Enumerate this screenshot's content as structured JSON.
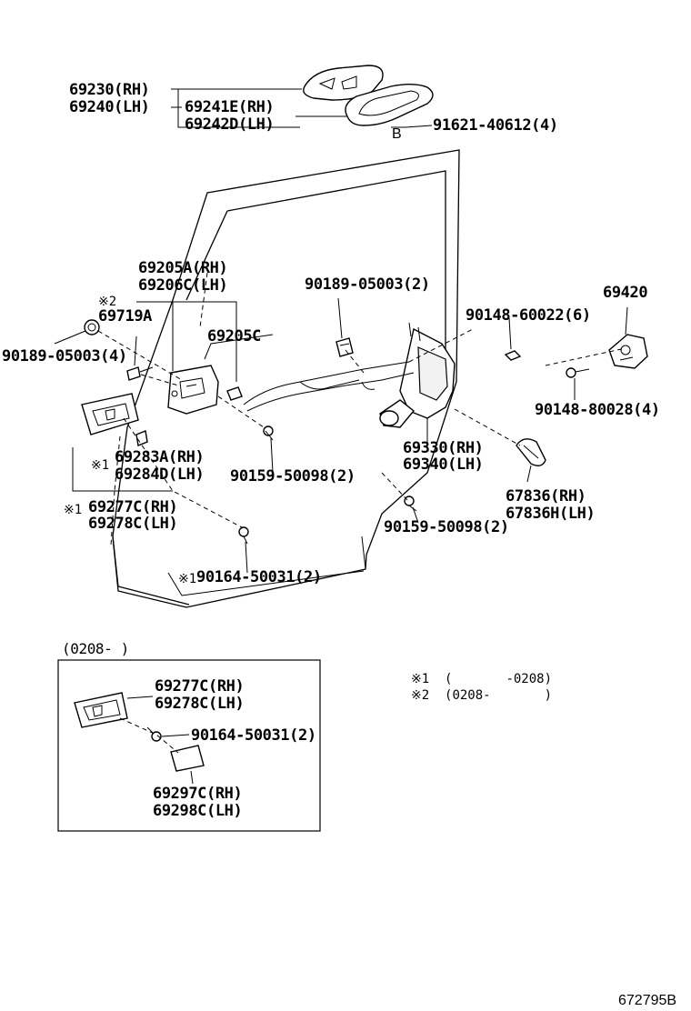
{
  "labels": {
    "p69230": "69230(RH)",
    "p69240": "69240(LH)",
    "p69241E": "69241E(RH)",
    "p69242D": "69242D(LH)",
    "p91621": "91621-40612(4)",
    "markerB": "B",
    "p69205A": "69205A(RH)",
    "p69206C": "69206C(LH)",
    "p90189top": "90189-05003(2)",
    "p69420": "69420",
    "note2mark": "※2",
    "p69719A": "69719A",
    "p69205C": "69205C",
    "p90148_6": "90148-60022(6)",
    "p90189left": "90189-05003(4)",
    "p90148_8": "90148-80028(4)",
    "p69330": "69330(RH)",
    "p69340": "69340(LH)",
    "p69283A": "69283A(RH)",
    "note1mark_a": "※1",
    "p69284D": "69284D(LH)",
    "p90159a": "90159-50098(2)",
    "note1mark_b": "※1",
    "p69277C": "69277C(RH)",
    "p69278C": "69278C(LH)",
    "p67836": "67836(RH)",
    "p67836H": "67836H(LH)",
    "p90159b": "90159-50098(2)",
    "note1mark_c": "※1",
    "p90164": "90164-50031(2)"
  },
  "inset": {
    "period": "(0208-   )",
    "p69277C": "69277C(RH)",
    "p69278C": "69278C(LH)",
    "p90164": "90164-50031(2)",
    "p69297C": "69297C(RH)",
    "p69298C": "69298C(LH)"
  },
  "notes": {
    "n1": "※1  (       -0208)",
    "n2": "※2  (0208-       )"
  },
  "diagram_code": "672795B"
}
